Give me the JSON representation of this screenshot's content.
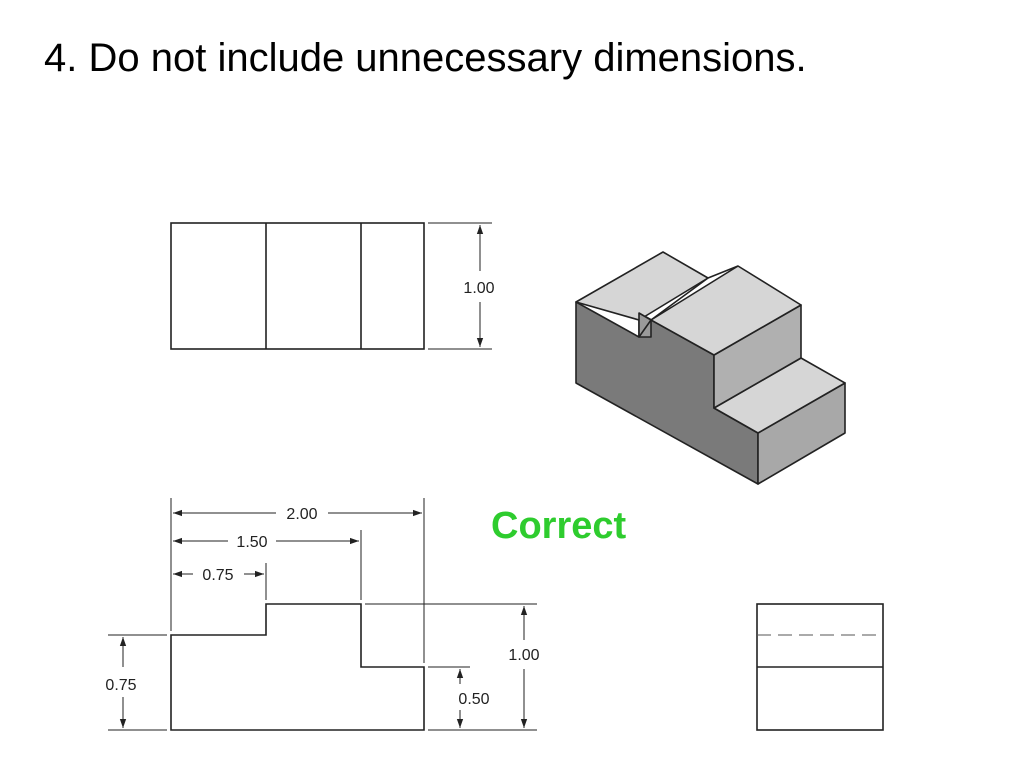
{
  "slide": {
    "title": "4. Do not include unnecessary dimensions.",
    "status_label": "Correct",
    "status_color": "#2ecc2e"
  },
  "top_view": {
    "dimension_labels": {
      "depth": "1.00"
    }
  },
  "front_view": {
    "dimension_labels": {
      "overall_width": "2.00",
      "step_right": "1.50",
      "step_left": "0.75",
      "left_height": "0.75",
      "overall_height": "1.00",
      "right_height": "0.50"
    }
  },
  "colors": {
    "line": "#222222",
    "iso_top": "#d3d3d3",
    "iso_front": "#7a7a7a",
    "iso_side": "#a8a8a8"
  }
}
